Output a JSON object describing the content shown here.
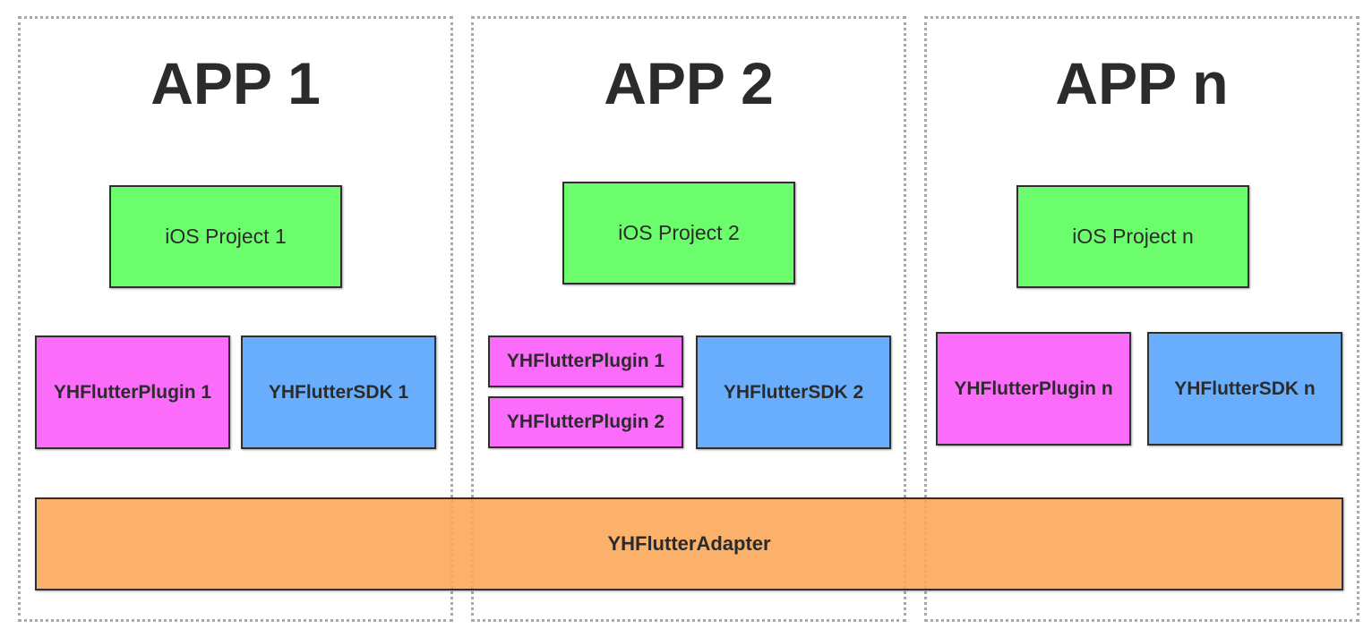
{
  "apps": [
    {
      "title": "APP 1",
      "ios_project": "iOS Project 1",
      "plugins": [
        "YHFlutterPlugin 1"
      ],
      "sdk": "YHFlutterSDK 1"
    },
    {
      "title": "APP 2",
      "ios_project": "iOS Project 2",
      "plugins": [
        "YHFlutterPlugin 1",
        "YHFlutterPlugin 2"
      ],
      "sdk": "YHFlutterSDK 2"
    },
    {
      "title": "APP n",
      "ios_project": "iOS Project n",
      "plugins": [
        "YHFlutterPlugin n"
      ],
      "sdk": "YHFlutterSDK n"
    }
  ],
  "adapter": "YHFlutterAdapter",
  "colors": {
    "ios_project": "#6cfd6c",
    "plugin": "#fb6cfb",
    "sdk": "#69aefd",
    "adapter": "#fba654",
    "panel_border": "#a8a8a8"
  }
}
